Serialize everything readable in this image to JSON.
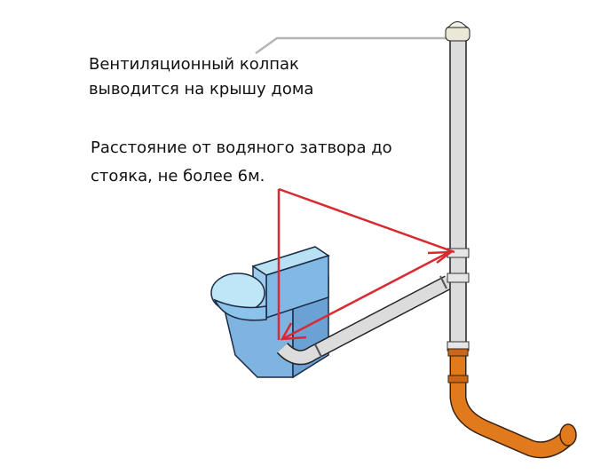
{
  "labels": {
    "vent_cap_line1": "Вентиляционный колпак",
    "vent_cap_line2": "выводится на крышу дома",
    "distance_line1": "Расстояние от водяного затвора до",
    "distance_line2": "стояка, не более 6м."
  },
  "colors": {
    "annotation_red": "#d92a32",
    "pipe_grey": "#d6d6d6",
    "pipe_orange": "#e07a1c",
    "toilet_blue": "#8cc3ea",
    "leader_grey": "#b5b5b5"
  }
}
